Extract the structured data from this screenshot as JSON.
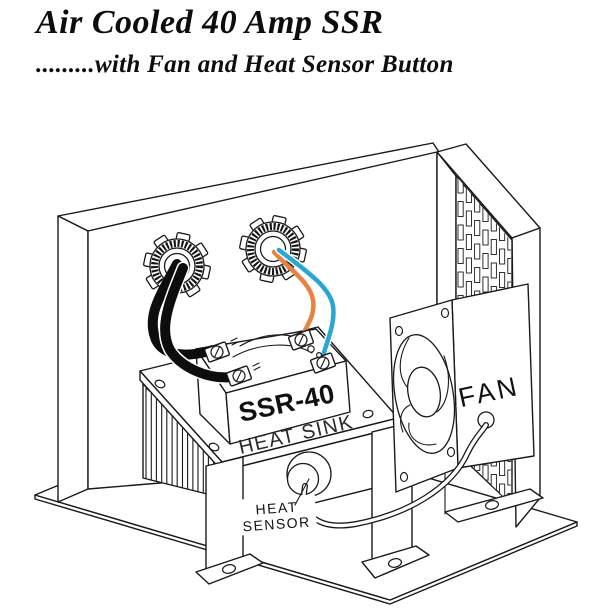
{
  "header": {
    "title": "Air Cooled 40 Amp SSR",
    "subtitle": ".........with Fan and Heat Sensor Button"
  },
  "diagram": {
    "labels": {
      "ssr": "SSR-40",
      "heat_sink": "HEAT SINK",
      "fan": "FAN",
      "heat_sensor_line1": "HEAT",
      "heat_sensor_line2": "SENSOR"
    },
    "colors": {
      "line": "#1a1a1a",
      "wire_black": "#0d0d0d",
      "wire_orange": "#e8833f",
      "wire_blue": "#2aa6d5"
    }
  }
}
